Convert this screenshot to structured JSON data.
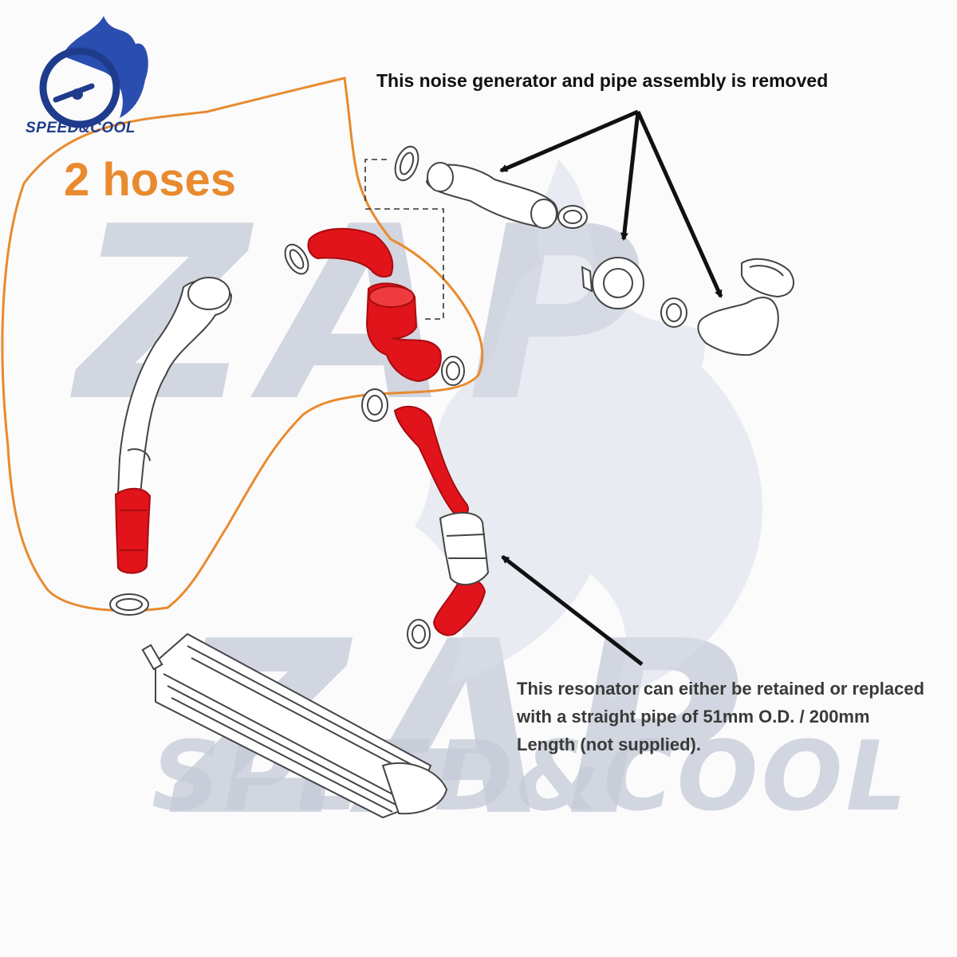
{
  "brand": {
    "name": "SPEED&COOL",
    "logo_icon": "speedometer-flame-icon"
  },
  "watermark": {
    "text_large": "ZAP",
    "text_brand": "SPEED&COOL"
  },
  "annotations": {
    "hoses_label": "2 hoses",
    "removed_note": "This noise generator and pipe assembly is removed",
    "resonator_note": "This resonator can either be retained or replaced with a straight pipe of 51mm O.D. / 200mm Length (not supplied)."
  },
  "colors": {
    "highlight_outline": "#e98a2e",
    "hose_red": "#e0141a",
    "hose_red_dark": "#a80c10",
    "brand_blue": "#1f3c8c",
    "watermark": "#c5cad8",
    "line_drawing": "#444444"
  }
}
